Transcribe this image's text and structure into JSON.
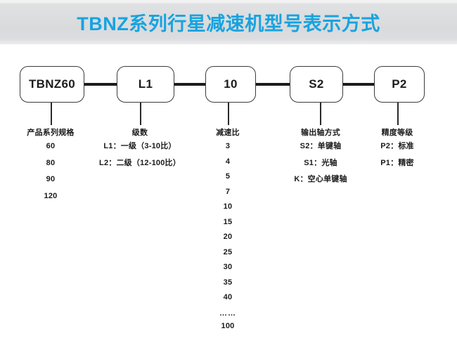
{
  "header": {
    "title": "TBNZ系列行星减速机型号表示方式",
    "title_color": "#17a3e0",
    "band_color": "#d9dadc"
  },
  "diagram": {
    "type": "model-number-breakdown",
    "nodes": [
      {
        "id": "series",
        "label": "TBNZ60"
      },
      {
        "id": "stage",
        "label": "L1"
      },
      {
        "id": "ratio",
        "label": "10"
      },
      {
        "id": "shaft",
        "label": "S2"
      },
      {
        "id": "precision",
        "label": "P2"
      }
    ],
    "columns": [
      {
        "id": "series-spec",
        "header": "产品系列规格",
        "items": [
          "60",
          "80",
          "90",
          "120"
        ]
      },
      {
        "id": "stage-count",
        "header": "级数",
        "items": [
          "L1：一级（3-10比）",
          "L2：二级（12-100比）"
        ]
      },
      {
        "id": "reduction-ratio",
        "header": "减速比",
        "items": [
          "3",
          "4",
          "5",
          "7",
          "10",
          "15",
          "20",
          "25",
          "30",
          "35",
          "40",
          "……",
          "100"
        ]
      },
      {
        "id": "output-shaft",
        "header": "输出轴方式",
        "items": [
          "S2：单键轴",
          "S1：光轴",
          "K：空心单键轴"
        ]
      },
      {
        "id": "precision-grade",
        "header": "精度等级",
        "items": [
          "P2：标准",
          "P1：精密"
        ]
      }
    ]
  }
}
